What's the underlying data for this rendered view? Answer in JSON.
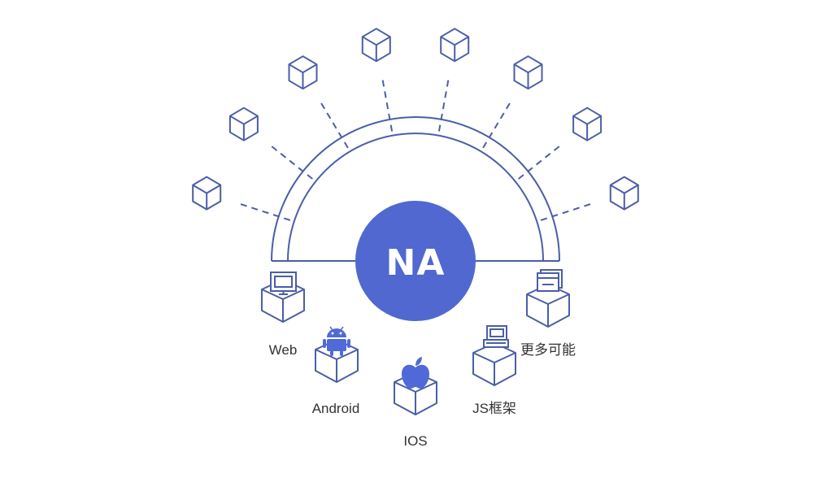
{
  "core": {
    "label": "NA",
    "fill": "#5068d0"
  },
  "colors": {
    "line": "#4a5ea8",
    "icon": "#4f6ad8",
    "text": "#333333"
  },
  "platforms": [
    {
      "id": "web",
      "label": "Web",
      "icon": "monitor-icon"
    },
    {
      "id": "android",
      "label": "Android",
      "icon": "android-icon"
    },
    {
      "id": "ios",
      "label": "IOS",
      "icon": "apple-icon"
    },
    {
      "id": "js",
      "label": "JS框架",
      "icon": "computer-icon"
    },
    {
      "id": "more",
      "label": "更多可能",
      "icon": "window-stack-icon"
    }
  ],
  "modules": {
    "count": 8,
    "icon": "cube-icon"
  }
}
